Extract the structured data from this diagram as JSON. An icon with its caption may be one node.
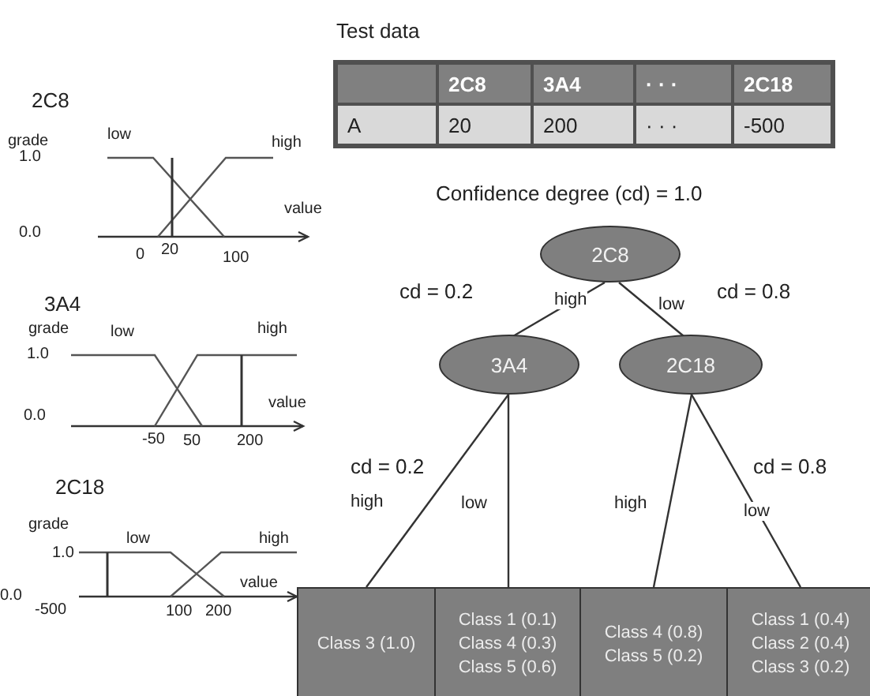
{
  "diagram": {
    "nodes": [
      {
        "text": [
          "2C8"
        ]
      },
      {
        "text": [
          "3A4"
        ]
      },
      {
        "text": [
          "2C18"
        ]
      },
      {
        "text": [
          "Class 3 (1.0)"
        ]
      },
      {
        "text": [
          "Class 1 (0.1)",
          "Class 4 (0.3)",
          "Class 5 (0.6)"
        ]
      },
      {
        "text": [
          "Class 4 (0.8)",
          "Class 5 (0.2)"
        ]
      },
      {
        "text": [
          "Class 1 (0.4)",
          "Class 2 (0.4)",
          "Class 3 (0.2)"
        ]
      }
    ],
    "edges": [
      {
        "from": 0,
        "to": 1,
        "arrow": "none",
        "label": "high"
      },
      {
        "from": 0,
        "to": 2,
        "arrow": "none",
        "label": "low"
      },
      {
        "from": 1,
        "to": 3,
        "arrow": "none",
        "label": "high"
      },
      {
        "from": 1,
        "to": 4,
        "arrow": "none",
        "label": "low"
      },
      {
        "from": 2,
        "to": 5,
        "arrow": "none",
        "label": "high"
      },
      {
        "from": 2,
        "to": 6,
        "arrow": "none",
        "label": "low"
      }
    ],
    "labels": [
      "Test data",
      "2C8",
      "3A4",
      "· · ·",
      "2C18",
      "A",
      "20",
      "200",
      "· · ·",
      "-500",
      "Confidence degree (cd) = 1.0",
      "cd = 0.2",
      "cd = 0.8",
      "cd = 0.2",
      "cd = 0.8",
      "2C8",
      "grade",
      "low",
      "1.0",
      "high",
      "value",
      "0.0",
      "0",
      "20",
      "100",
      "3A4",
      "grade",
      "low",
      "high",
      "1.0",
      "value",
      "0.0",
      "-50",
      "50",
      "200",
      "2C18",
      "grade",
      "low",
      "high",
      "1.0",
      "value",
      "0.0",
      "-500",
      "100",
      "200"
    ]
  }
}
